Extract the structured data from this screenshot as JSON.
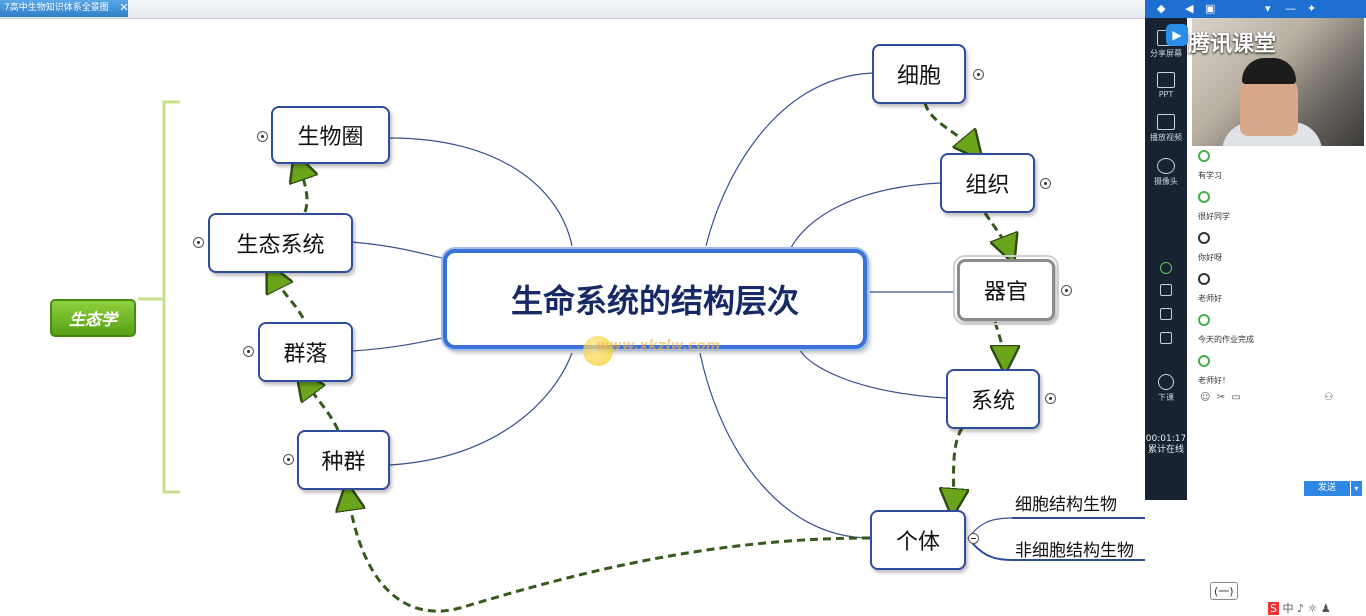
{
  "window": {
    "tab_title": "7高中生物知识体系全景图",
    "tab_close": "✕"
  },
  "mindmap": {
    "central": "生命系统的结构层次",
    "ecology": "生态学",
    "nodes": {
      "cell": "细胞",
      "tissue": "组织",
      "organ": "器官",
      "system": "系统",
      "individual": "个体",
      "population": "种群",
      "community": "群落",
      "ecosystem": "生态系统",
      "biosphere": "生物圈"
    },
    "individual_children": [
      "细胞结构生物",
      "非细胞结构生物"
    ],
    "watermark": "www.xkzlw.com"
  },
  "classroom": {
    "brand": "腾讯课堂",
    "tools": [
      "分享屏幕",
      "PPT",
      "播放视频",
      "摄像头",
      "",
      "",
      "",
      "",
      "下课"
    ],
    "timer": "00:01:17",
    "timer_sub": "累计在线",
    "chat": [
      {
        "name": "",
        "text": "有学习"
      },
      {
        "name": "",
        "text": "很好同学"
      },
      {
        "name": "",
        "text": "你好呀"
      },
      {
        "name": "",
        "text": "老师好"
      },
      {
        "name": "",
        "text": "今天的作业完成"
      },
      {
        "name": "",
        "text": "老师好！"
      }
    ],
    "send": "发送",
    "slide_label": "(一)"
  },
  "colors": {
    "node_border": "#2e4d9c",
    "central_border": "#3c72d8",
    "link": "#3a4f8f",
    "arrow": "#355a1c",
    "arrowhead": "#6aa51c",
    "ecology": "#6bb524"
  }
}
